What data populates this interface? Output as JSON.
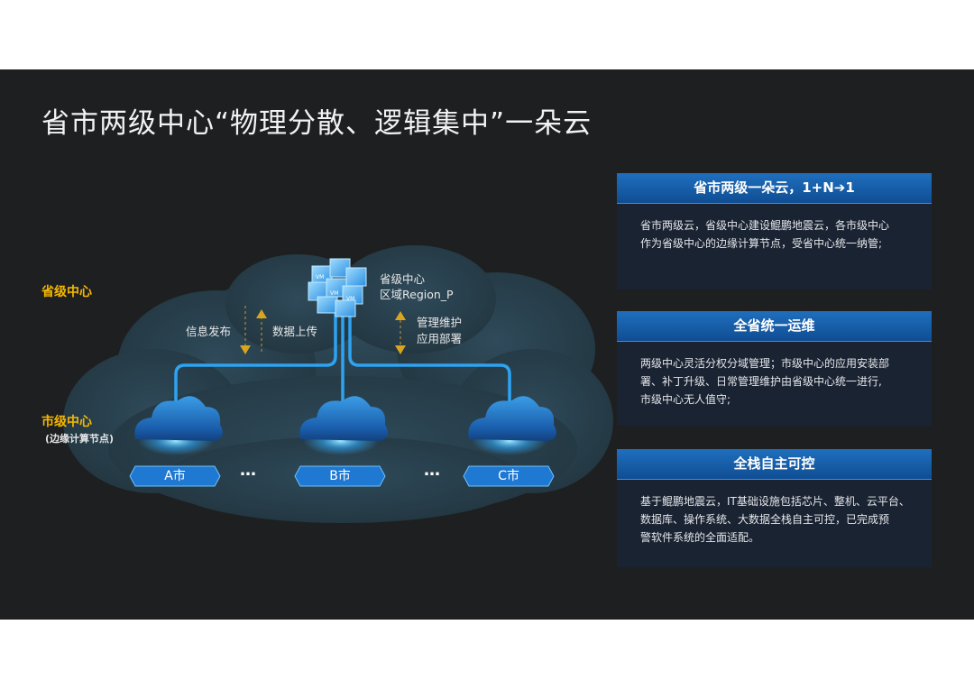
{
  "title": "省市两级中心“物理分散、逻辑集中”一朵云",
  "tiers": {
    "province": "省级中心",
    "city": "市级中心",
    "city_sub": "(边缘计算节点)"
  },
  "diagram": {
    "center_name": "省级中心",
    "center_region": "区域Region_P",
    "vm_label": "VM",
    "arrow_info_publish": "信息发布",
    "arrow_data_upload": "数据上传",
    "mgmt_line1": "管理维护",
    "mgmt_line2": "应用部署",
    "cities": [
      "A市",
      "B市",
      "C市"
    ],
    "ellipsis": "…"
  },
  "panels": [
    {
      "header": "省市两级一朵云，1+N➔1",
      "body": [
        "省市两级云，省级中心建设鲲鹏地震云，各市级中心",
        "作为省级中心的边缘计算节点，受省中心统一纳管;"
      ]
    },
    {
      "header": "全省统一运维",
      "body": [
        "两级中心灵活分权分域管理；市级中心的应用安装部",
        "署、补丁升级、日常管理维护由省级中心统一进行,",
        "市级中心无人值守;"
      ]
    },
    {
      "header": "全栈自主可控",
      "body": [
        "基于鲲鹏地震云，IT基础设施包括芯片、整机、云平台、",
        "数据库、操作系统、大数据全栈自主可控，已完成预",
        "警软件系统的全面适配。"
      ]
    }
  ],
  "colors": {
    "background": "#1e1f21",
    "accent_blue": "#2ea3f2",
    "tier_label": "#f5b800",
    "arrow_gold": "#d9a520",
    "panel_header": "#1560ad"
  }
}
